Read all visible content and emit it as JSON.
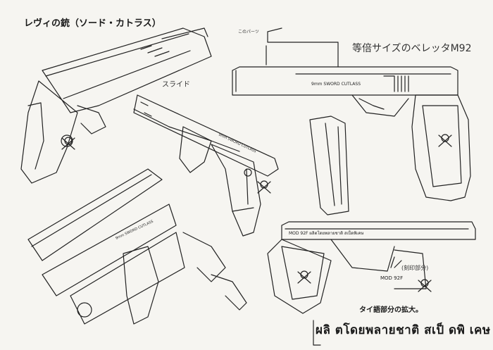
{
  "sheet": {
    "title": "レヴィの銃（ソード・カトラス）",
    "note_size": "等倍サイズのベレッタM92",
    "note_slide": "スライド",
    "note_side": "このパーツ",
    "note_engraving": "(刻印部分)",
    "caption": "タイ語部分の拡大。",
    "credit": "ผลิ ตโดยพลายชาติ สเป็ ดพิ เคษ"
  },
  "engravings": {
    "barrel_text_1": "9mm SWORD CUTLASS",
    "barrel_text_2": "9mm SWORD CUTLASS",
    "barrel_text_3": "9mm SWORD CUTLASS",
    "thai_slide_text": "MOD 92F ผลิตโดยพลายชาติ สเป็ดพิเคษ",
    "model": "MOD 92F"
  },
  "icons": [
    "pirate-skull-emblem",
    "pistol-drawing",
    "magazine-drawing"
  ]
}
